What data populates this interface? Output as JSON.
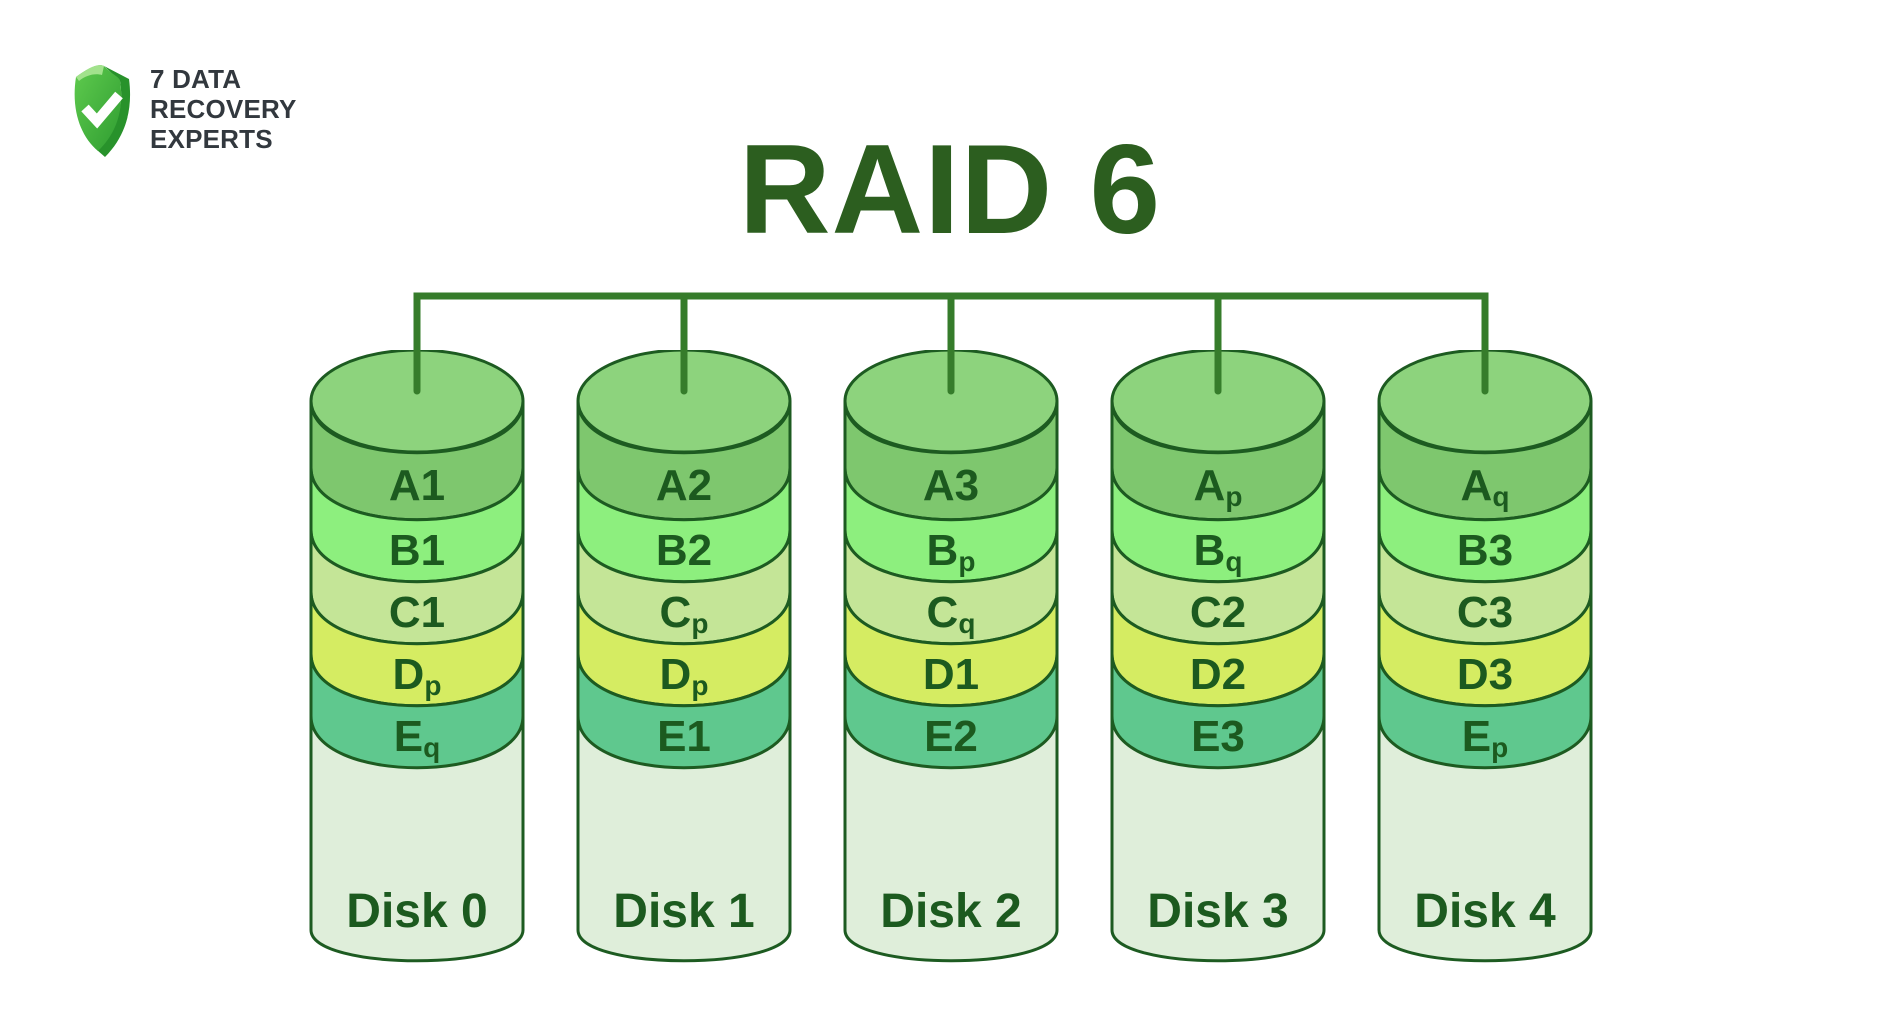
{
  "brand": {
    "lines": [
      "7 DATA",
      "RECOVERY",
      "EXPERTS"
    ]
  },
  "title": "RAID 6",
  "disks": [
    {
      "label": "Disk 0",
      "segments": [
        {
          "main": "A1",
          "sub": ""
        },
        {
          "main": "B1",
          "sub": ""
        },
        {
          "main": "C1",
          "sub": ""
        },
        {
          "main": "D",
          "sub": "p"
        },
        {
          "main": "E",
          "sub": "q"
        }
      ]
    },
    {
      "label": "Disk 1",
      "segments": [
        {
          "main": "A2",
          "sub": ""
        },
        {
          "main": "B2",
          "sub": ""
        },
        {
          "main": "C",
          "sub": "p"
        },
        {
          "main": "D",
          "sub": "p"
        },
        {
          "main": "E1",
          "sub": ""
        }
      ]
    },
    {
      "label": "Disk 2",
      "segments": [
        {
          "main": "A3",
          "sub": ""
        },
        {
          "main": "B",
          "sub": "p"
        },
        {
          "main": "C",
          "sub": "q"
        },
        {
          "main": "D1",
          "sub": ""
        },
        {
          "main": "E2",
          "sub": ""
        }
      ]
    },
    {
      "label": "Disk 3",
      "segments": [
        {
          "main": "A",
          "sub": "p"
        },
        {
          "main": "B",
          "sub": "q"
        },
        {
          "main": "C2",
          "sub": ""
        },
        {
          "main": "D2",
          "sub": ""
        },
        {
          "main": "E3",
          "sub": ""
        }
      ]
    },
    {
      "label": "Disk 4",
      "segments": [
        {
          "main": "A",
          "sub": "q"
        },
        {
          "main": "B3",
          "sub": ""
        },
        {
          "main": "C3",
          "sub": ""
        },
        {
          "main": "D3",
          "sub": ""
        },
        {
          "main": "E",
          "sub": "p"
        }
      ]
    }
  ],
  "colors": {
    "cap": "#8dd37d",
    "row_a": "#7ec76e",
    "row_b": "#8def7e",
    "row_c": "#c4e597",
    "row_d": "#d5ec62",
    "row_e": "#5fc88e",
    "body": "#dfeeda",
    "outline": "#1d5b21",
    "label_text": "#1c5a1f",
    "connector": "#367c2b",
    "title": "#2c5e1f",
    "brand_text": "#32383e",
    "background": "#ffffff"
  }
}
